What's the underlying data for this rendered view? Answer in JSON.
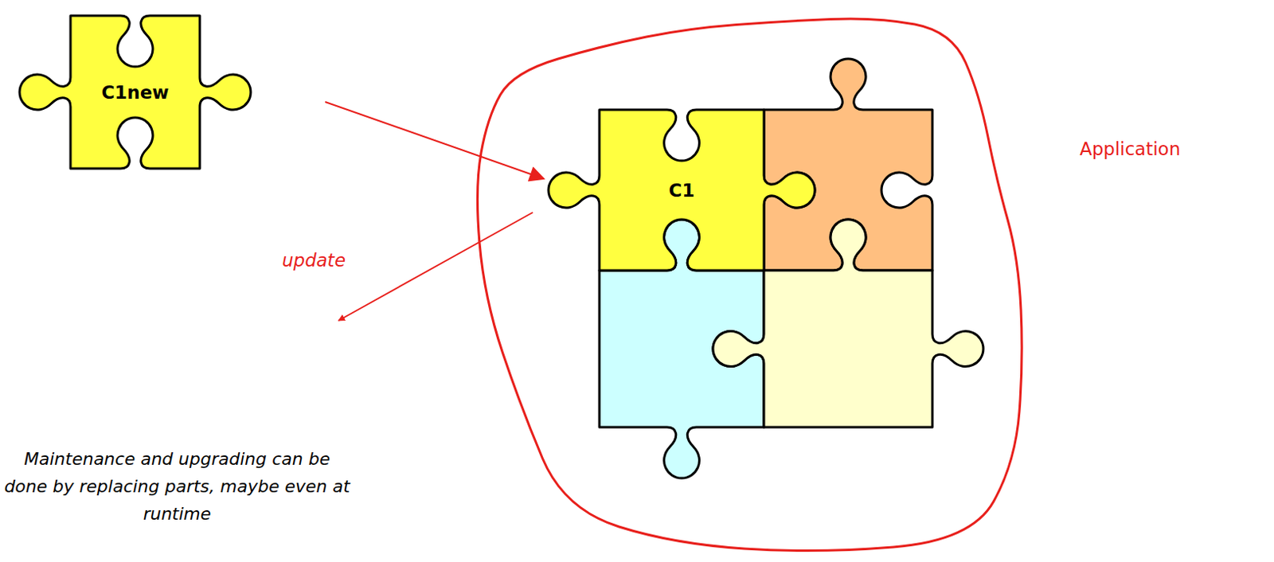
{
  "diagram": {
    "nodes": [
      {
        "text": [
          "C1new"
        ]
      },
      {
        "text": [
          "Application"
        ]
      },
      {
        "text": [
          "C1"
        ],
        "in": 1
      }
    ],
    "edges": [
      {
        "from": 0,
        "to": 2,
        "arrow": "to"
      }
    ],
    "labels": [
      "update",
      "Maintenance and upgrading can be done by replacing parts, maybe even at runtime"
    ]
  }
}
